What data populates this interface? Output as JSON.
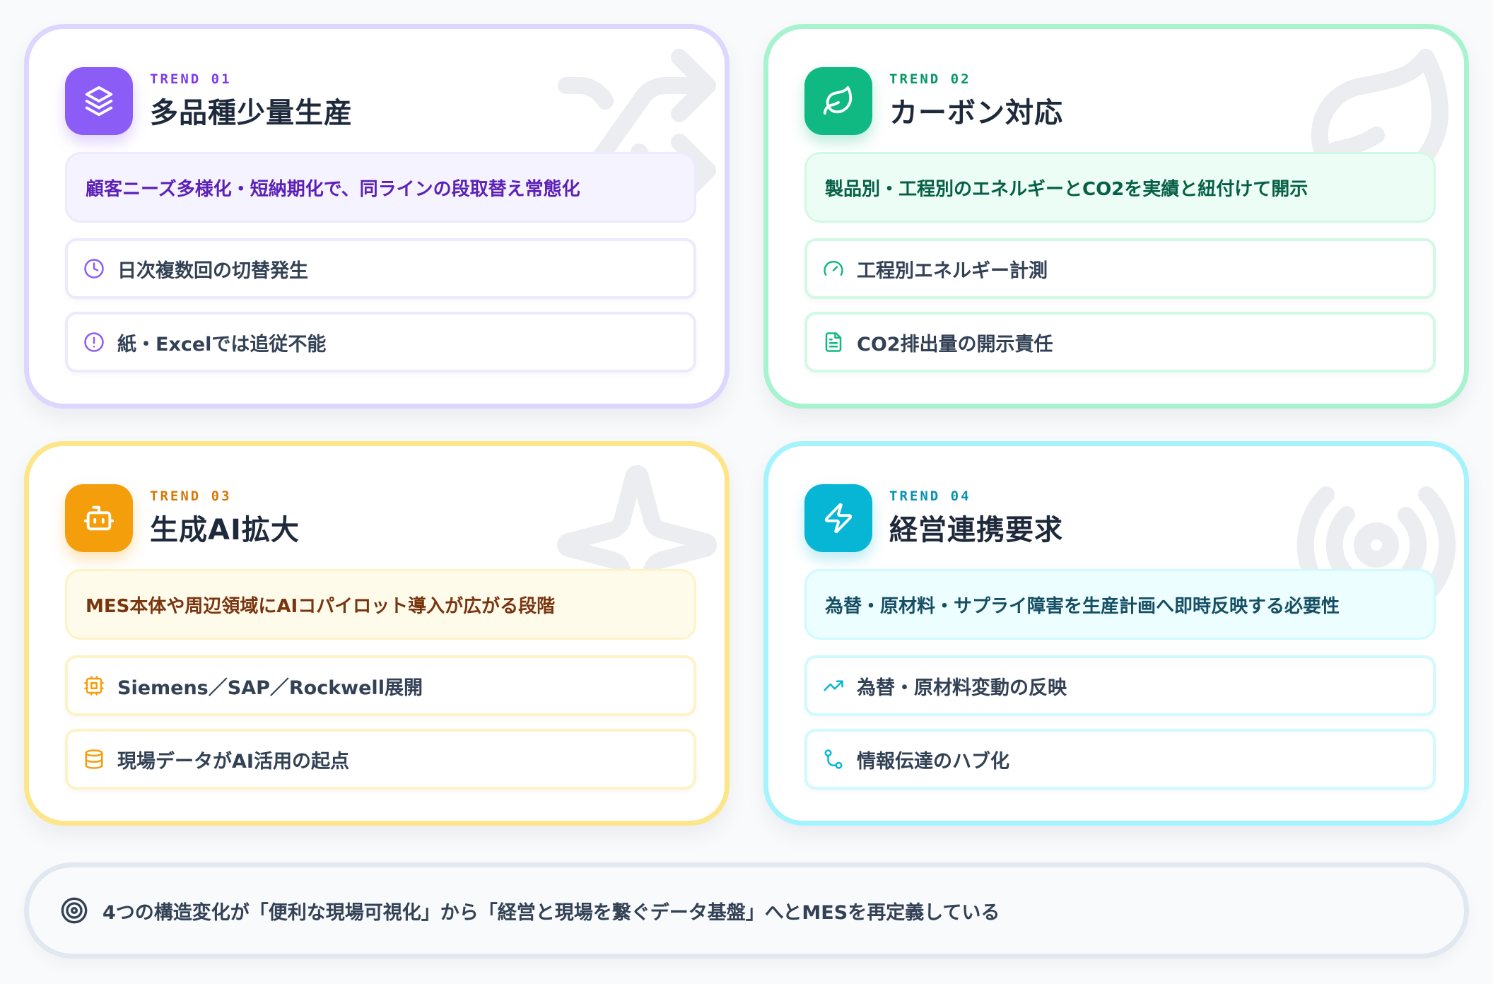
{
  "trends": [
    {
      "label": "TREND 01",
      "title": "多品種少量生産",
      "icon": "layers-icon",
      "watermark": "shuffle-icon",
      "accent": "#8b5cf6",
      "summary": "顧客ニーズ多様化・短納期化で、同ラインの段取替え常態化",
      "points": [
        {
          "icon": "clock-icon",
          "text": "日次複数回の切替発生"
        },
        {
          "icon": "alert-circle-icon",
          "text": "紙・Excelでは追従不能"
        }
      ]
    },
    {
      "label": "TREND 02",
      "title": "カーボン対応",
      "icon": "leaf-icon",
      "watermark": "leaf-icon",
      "accent": "#10b981",
      "summary": "製品別・工程別のエネルギーとCO2を実績と紐付けて開示",
      "points": [
        {
          "icon": "gauge-icon",
          "text": "工程別エネルギー計測"
        },
        {
          "icon": "file-text-icon",
          "text": "CO2排出量の開示責任"
        }
      ]
    },
    {
      "label": "TREND 03",
      "title": "生成AI拡大",
      "icon": "bot-icon",
      "watermark": "sparkle-icon",
      "accent": "#f59e0b",
      "summary": "MES本体や周辺領域にAIコパイロット導入が広がる段階",
      "points": [
        {
          "icon": "cpu-icon",
          "text": "Siemens／SAP／Rockwell展開"
        },
        {
          "icon": "database-icon",
          "text": "現場データがAI活用の起点"
        }
      ]
    },
    {
      "label": "TREND 04",
      "title": "経営連携要求",
      "icon": "zap-icon",
      "watermark": "radio-icon",
      "accent": "#06b6d4",
      "summary": "為替・原材料・サプライ障害を生産計画へ即時反映する必要性",
      "points": [
        {
          "icon": "trending-up-icon",
          "text": "為替・原材料変動の反映"
        },
        {
          "icon": "route-icon",
          "text": "情報伝達のハブ化"
        }
      ]
    }
  ],
  "banner": {
    "icon": "target-icon",
    "text": "4つの構造変化が「便利な現場可視化」から「経営と現場を繋ぐデータ基盤」へとMESを再定義している"
  }
}
